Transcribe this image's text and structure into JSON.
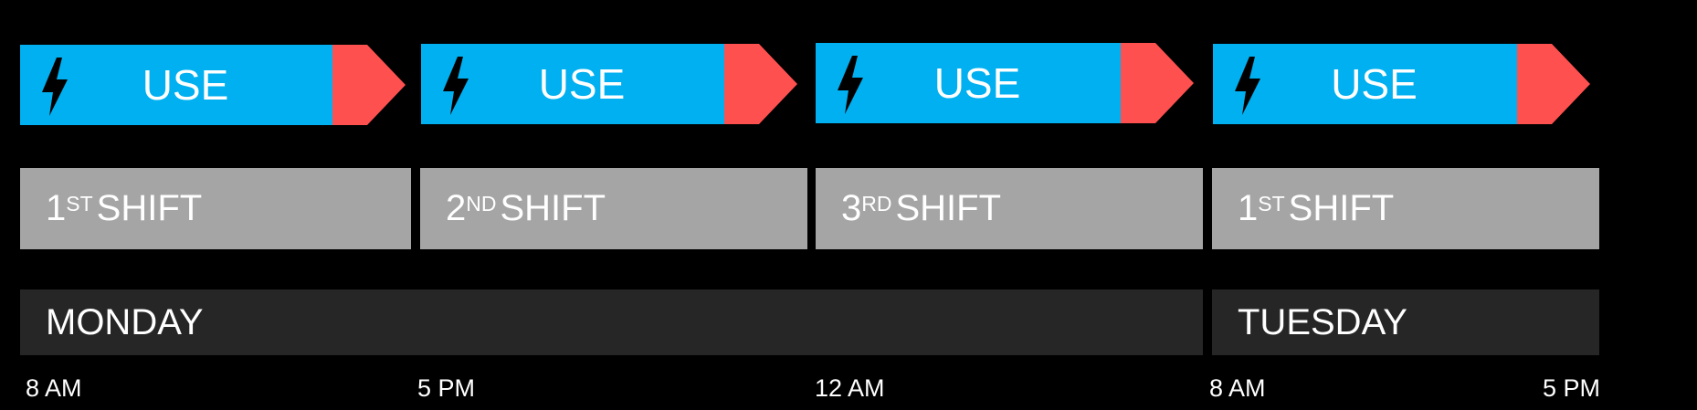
{
  "use_blocks": [
    {
      "label": "USE",
      "icon": "lightning-bolt-icon"
    },
    {
      "label": "USE",
      "icon": "lightning-bolt-icon"
    },
    {
      "label": "USE",
      "icon": "lightning-bolt-icon"
    },
    {
      "label": "USE",
      "icon": "lightning-bolt-icon"
    }
  ],
  "shifts": [
    {
      "num": "1",
      "suffix": "ST",
      "label": "SHIFT"
    },
    {
      "num": "2",
      "suffix": "ND",
      "label": "SHIFT"
    },
    {
      "num": "3",
      "suffix": "RD",
      "label": "SHIFT"
    },
    {
      "num": "1",
      "suffix": "ST",
      "label": "SHIFT"
    }
  ],
  "days": [
    "MONDAY",
    "TUESDAY"
  ],
  "time_ticks": [
    "8 AM",
    "5 PM",
    "12 AM",
    "8 AM",
    "5 PM"
  ],
  "colors": {
    "use_blue": "#00b0f0",
    "arrow_red": "#ff5050",
    "shift_gray": "#a5a5a5",
    "day_dark": "#262626"
  }
}
